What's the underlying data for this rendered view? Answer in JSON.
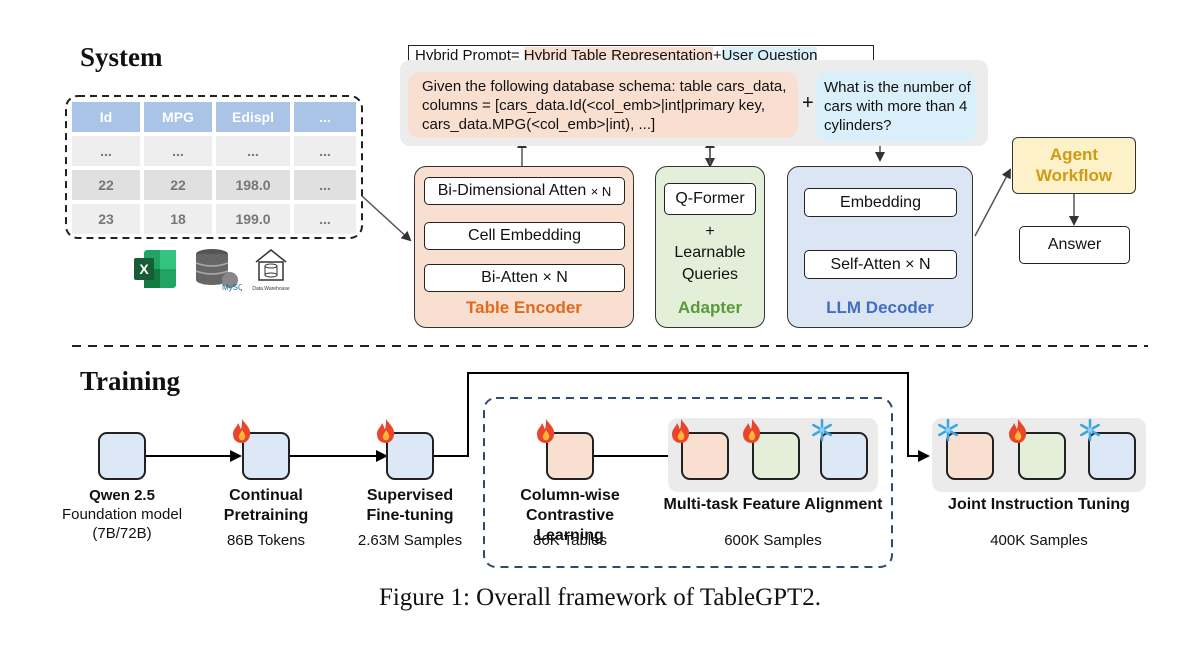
{
  "system": {
    "title": "System",
    "table": {
      "headers": [
        "Id",
        "MPG",
        "Edispl",
        "..."
      ],
      "rows": [
        [
          "...",
          "...",
          "...",
          "..."
        ],
        [
          "22",
          "22",
          "198.0",
          "..."
        ],
        [
          "23",
          "18",
          "199.0",
          "..."
        ]
      ],
      "source_icons": [
        "excel-icon",
        "mysql-database-icon",
        "data-warehouse-icon"
      ],
      "mysql_label": "MySQL",
      "warehouse_label": "Data Warehouse"
    },
    "prompt": {
      "prefix": "Hybrid Prompt= ",
      "table_repr": "Hybrid Table Representation",
      "plus": "+",
      "user_question": "User Question",
      "schema_line1": "Given the following database schema: table cars_data,",
      "schema_line2": "columns = [cars_data.Id(<col_emb>|int|primary key,",
      "schema_line3": "cars_data.MPG(<col_emb>|int), ...]",
      "join_plus": "+",
      "question_line1": "What is the number of",
      "question_line2": "cars with more than 4",
      "question_line3": "cylinders?"
    },
    "table_encoder": {
      "label": "Table Encoder",
      "bi_dim": "Bi-Dimensional Atten",
      "bi_dim_times": "× N",
      "cell_embedding": "Cell Embedding",
      "bi_atten": "Bi-Atten × N"
    },
    "adapter": {
      "label": "Adapter",
      "q_former": "Q-Former",
      "plus": "+",
      "learnable": "Learnable",
      "queries": "Queries"
    },
    "llm_decoder": {
      "label": "LLM Decoder",
      "embedding": "Embedding",
      "self_atten": "Self-Atten × N"
    },
    "agent_workflow": {
      "line1": "Agent",
      "line2": "Workflow"
    },
    "answer": "Answer"
  },
  "training": {
    "title": "Training",
    "stages": {
      "qwen": {
        "name": "Qwen 2.5",
        "sub1": "Foundation model",
        "sub2": "(7B/72B)"
      },
      "continual": {
        "name1": "Continual",
        "name2": "Pretraining",
        "stat": "86B Tokens"
      },
      "sft": {
        "name1": "Supervised",
        "name2": "Fine-tuning",
        "stat": "2.63M Samples"
      },
      "contrastive": {
        "name1": "Column-wise",
        "name2": "Contrastive Learning",
        "stat": "86K Tables"
      },
      "multitask": {
        "name": "Multi-task Feature Alignment",
        "stat": "600K Samples"
      },
      "joint": {
        "name": "Joint Instruction Tuning",
        "stat": "400K Samples"
      }
    },
    "icons": [
      "fire-icon",
      "snowflake-icon"
    ]
  },
  "caption": "Figure 1: Overall framework of TableGPT2.",
  "colors": {
    "table_header": "#a9c4e6",
    "table_row": "#e6e6e6",
    "encoder_fill": "#f9dfd0",
    "encoder_text": "#e06a1e",
    "adapter_fill": "#e3efd9",
    "adapter_text": "#5a9a3a",
    "decoder_fill": "#dce5f3",
    "decoder_text": "#3f6fc0",
    "agent_fill": "#fdf1c9",
    "agent_text": "#d09a12",
    "question_fill": "#d9f0fb",
    "dashed_region": "#2f4a6e"
  }
}
